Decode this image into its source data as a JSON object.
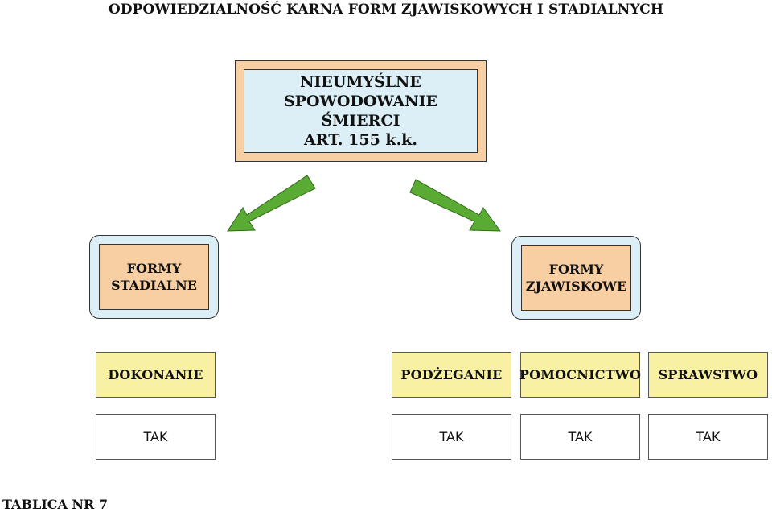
{
  "title": "ODPOWIEDZIALNOŚĆ KARNA FORM ZJAWISKOWYCH I STADIALNYCH",
  "main_box": {
    "line1": "NIEUMYŚLNE",
    "line2": "SPOWODOWANIE ŚMIERCI",
    "line3": "ART. 155 k.k."
  },
  "forms": {
    "stadialne": {
      "line1": "FORMY",
      "line2": "STADIALNE"
    },
    "zjawiskowe": {
      "line1": "FORMY",
      "line2": "ZJAWISKOWE"
    }
  },
  "categories": [
    {
      "label": "DOKONANIE",
      "value": "TAK"
    },
    {
      "label": "PODŻEGANIE",
      "value": "TAK"
    },
    {
      "label": "POMOCNICTWO",
      "value": "TAK"
    },
    {
      "label": "SPRAWSTWO",
      "value": "TAK"
    }
  ],
  "footer": "TABLICA NR 7",
  "colors": {
    "main_outer": "#f8cfa3",
    "main_inner": "#dceef6",
    "form_outer": "#dceef6",
    "form_inner": "#f8cfa3",
    "category": "#f8f1a3",
    "arrow": "#5aab34"
  }
}
